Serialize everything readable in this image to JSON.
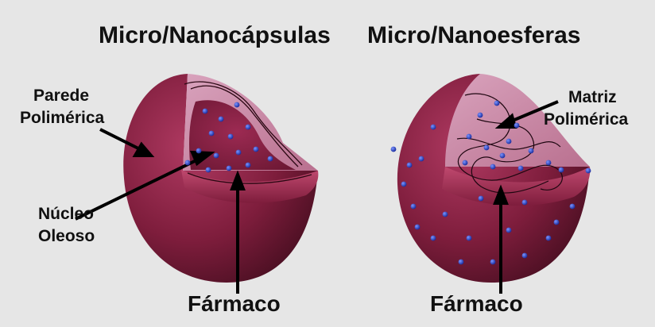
{
  "titles": {
    "left": "Micro/Nanocápsulas",
    "right": "Micro/Nanoesferas"
  },
  "labels": {
    "wall": [
      "Parede",
      "Polimérica"
    ],
    "core": [
      "Núcleo",
      "Oleoso"
    ],
    "drug_left": "Fármaco",
    "matrix": [
      "Matriz",
      "Polimérica"
    ],
    "drug_right": "Fármaco"
  },
  "colors": {
    "background": "#e6e6e6",
    "shell": "#7e1d3c",
    "shell_light": "#a8345a",
    "cut_face": "#c98aa8",
    "core": "#8a2146",
    "drug_dot": "#2a45c8",
    "text": "#111111"
  }
}
